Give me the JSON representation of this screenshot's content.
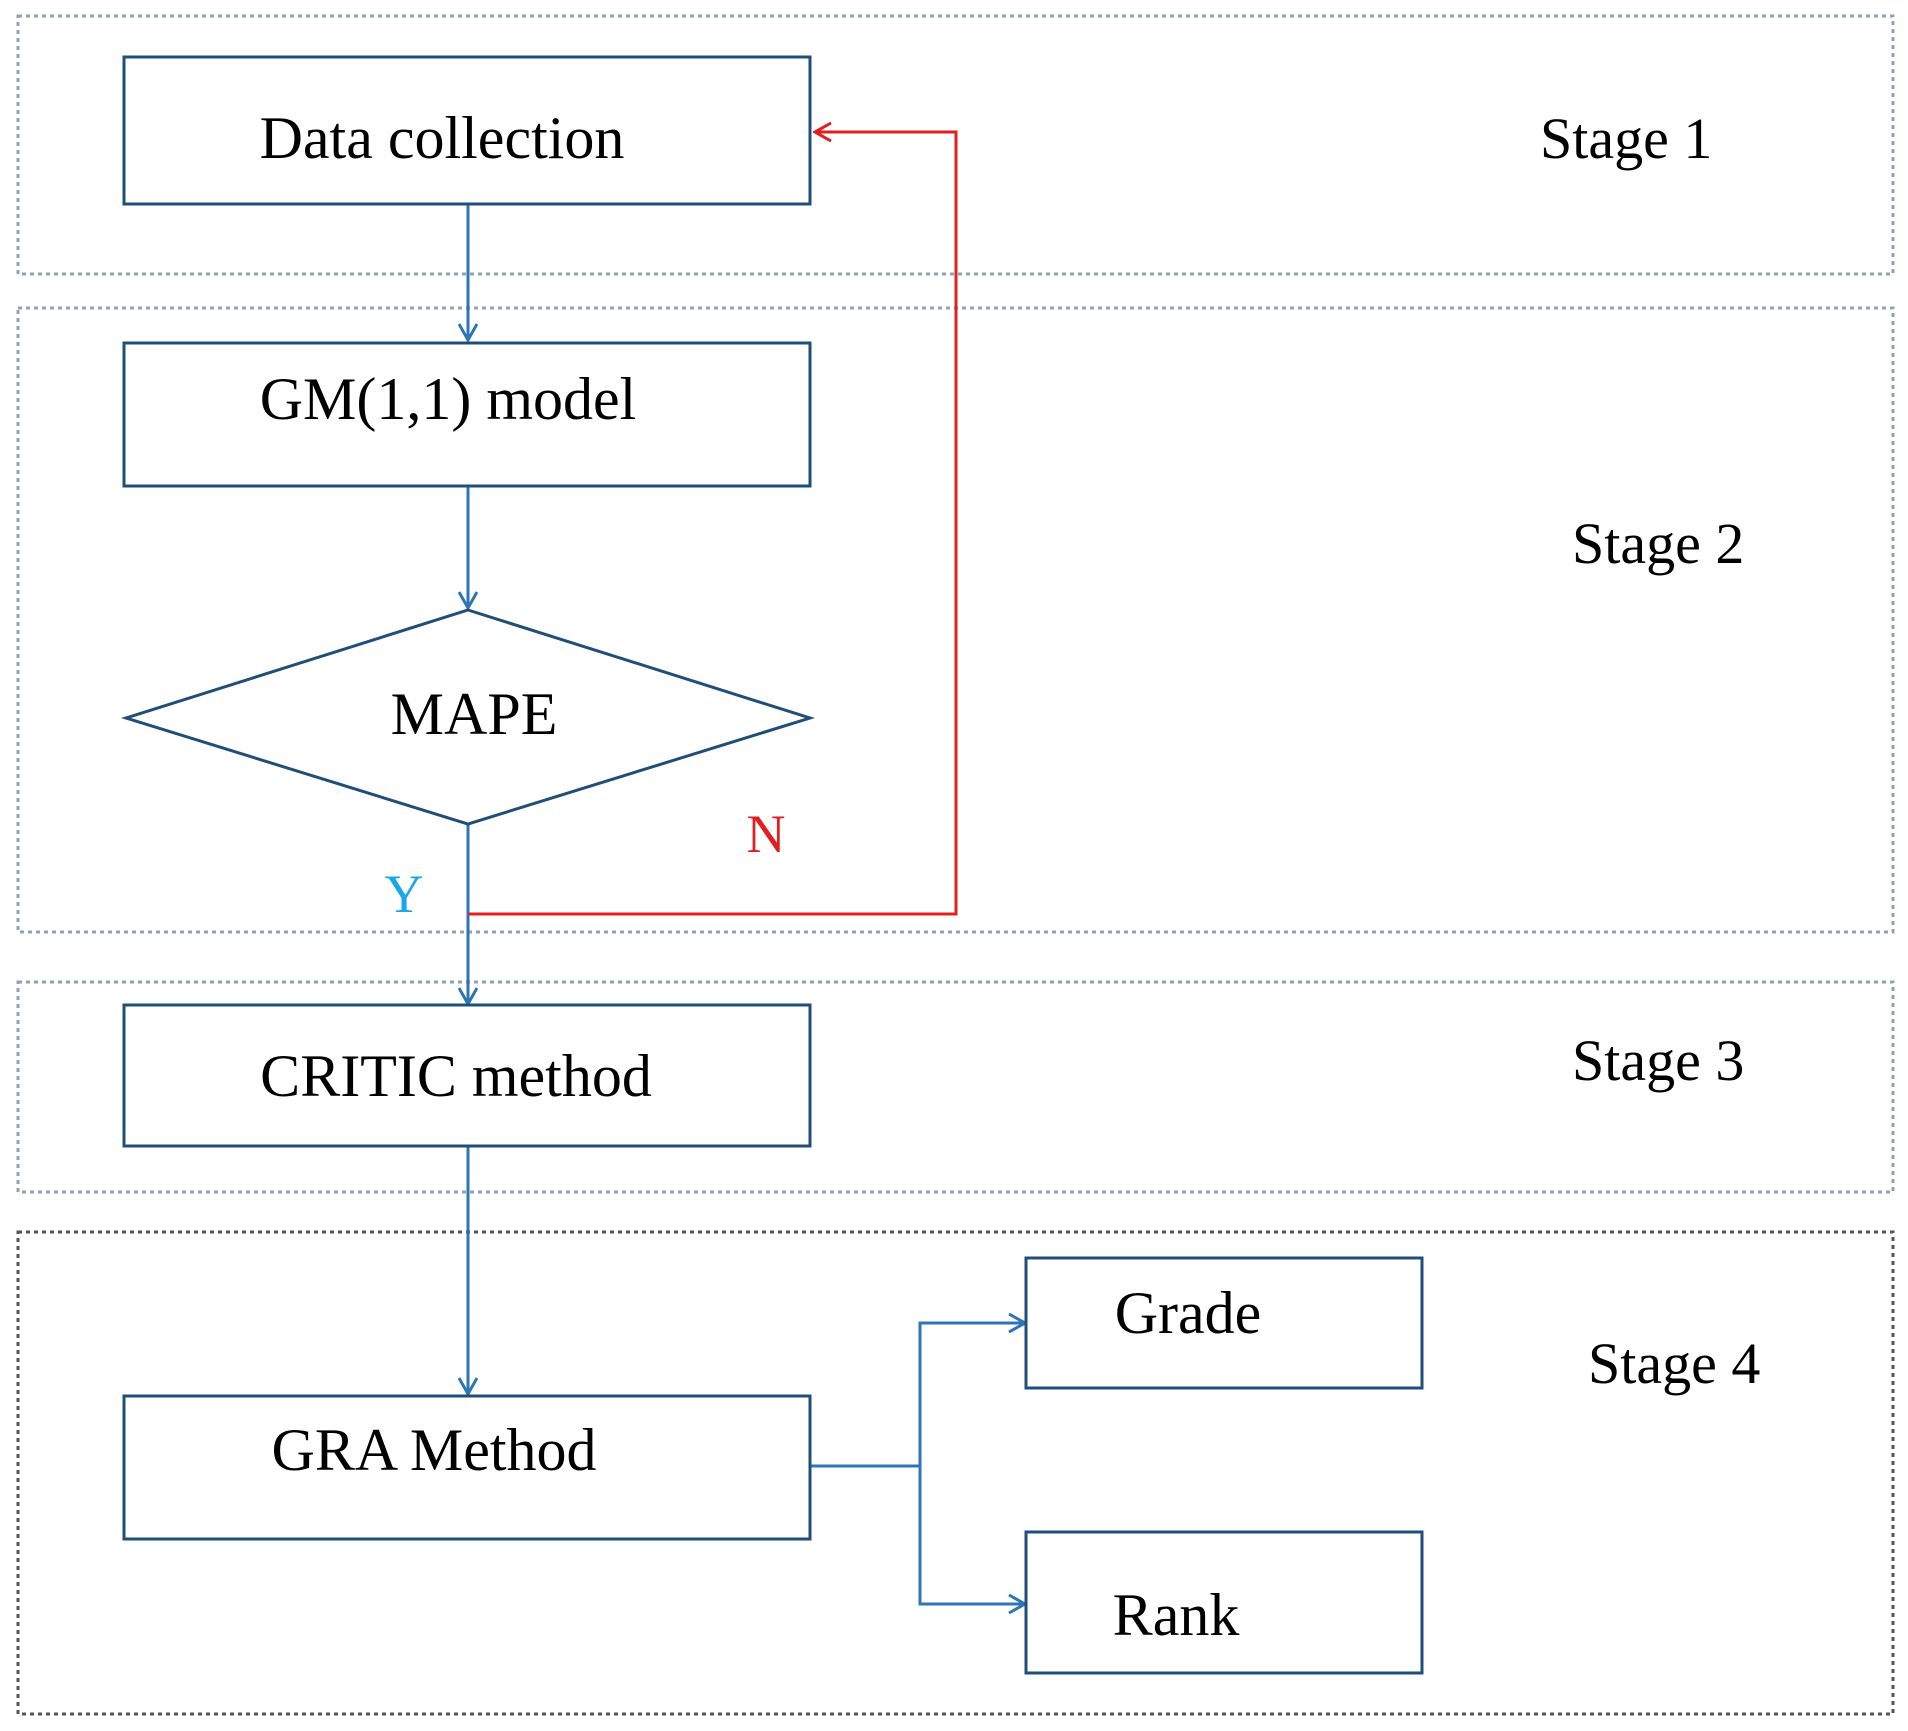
{
  "stages": [
    {
      "label": "Stage 1"
    },
    {
      "label": "Stage 2"
    },
    {
      "label": "Stage 3"
    },
    {
      "label": "Stage 4"
    }
  ],
  "nodes": {
    "data_collection": "Data collection",
    "gm_model": "GM(1,1) model",
    "mape": "MAPE",
    "critic": "CRITIC method",
    "gra": "GRA Method",
    "grade": "Grade",
    "rank": "Rank"
  },
  "branches": {
    "yes": "Y",
    "no": "N"
  },
  "colors": {
    "box_border": "#1f4e79",
    "flow_arrow": "#2e75b6",
    "no_branch": "#e02020",
    "yes_label": "#1aa7e6",
    "stage_frame": "#8fa3b8"
  }
}
